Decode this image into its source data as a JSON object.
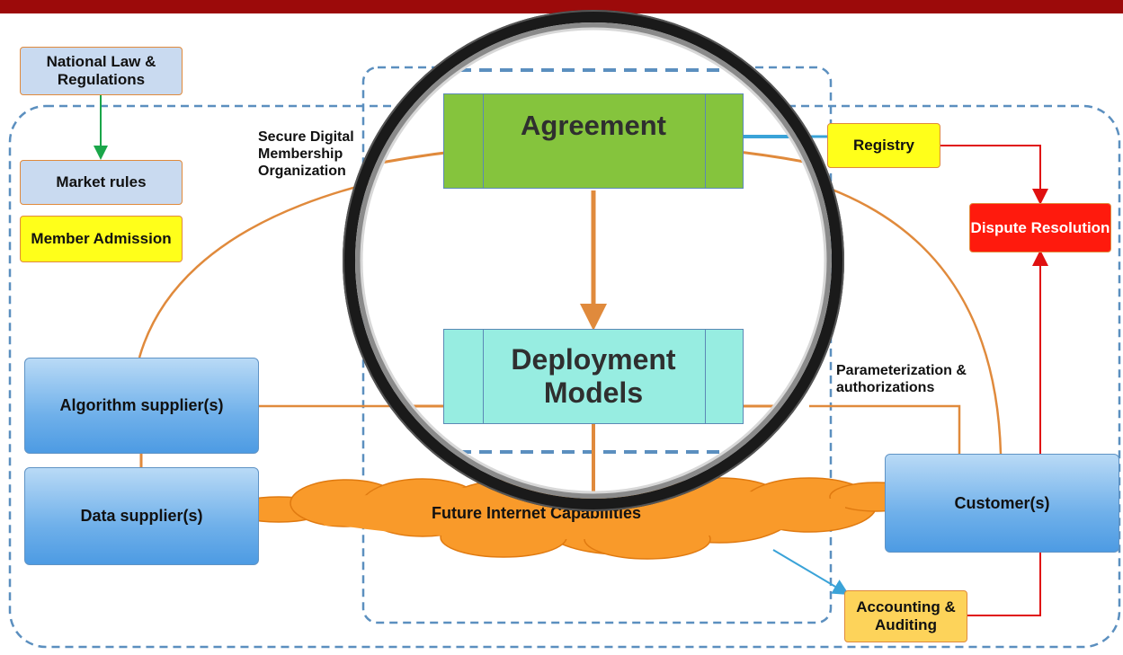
{
  "boxes": {
    "national_law": "National Law & Regulations",
    "market_rules": "Market rules",
    "member_admission": "Member Admission",
    "registry": "Registry",
    "dispute_resolution": "Dispute Resolution",
    "accounting": "Accounting & Auditing",
    "algorithm_supplier": "Algorithm supplier(s)",
    "data_supplier": "Data supplier(s)",
    "customer": "Customer(s)",
    "agreement": "Agreement",
    "deployment_models": "Deployment Models"
  },
  "labels": {
    "secure_digital": "Secure Digital Membership Organization",
    "parameterization": "Parameterization & authorizations",
    "future_internet": "Future Internet Capabilities"
  },
  "colors": {
    "top_bar": "#9c0a0a",
    "orange_line": "#e08a3c",
    "red_line": "#e01010",
    "blue_line": "#3aa3d8",
    "green_arrow": "#1aa64a",
    "dashed_border": "#5b8fbf",
    "cloud": "#f99a2a"
  },
  "icons": {
    "magnifier": "magnifying-glass-icon"
  }
}
